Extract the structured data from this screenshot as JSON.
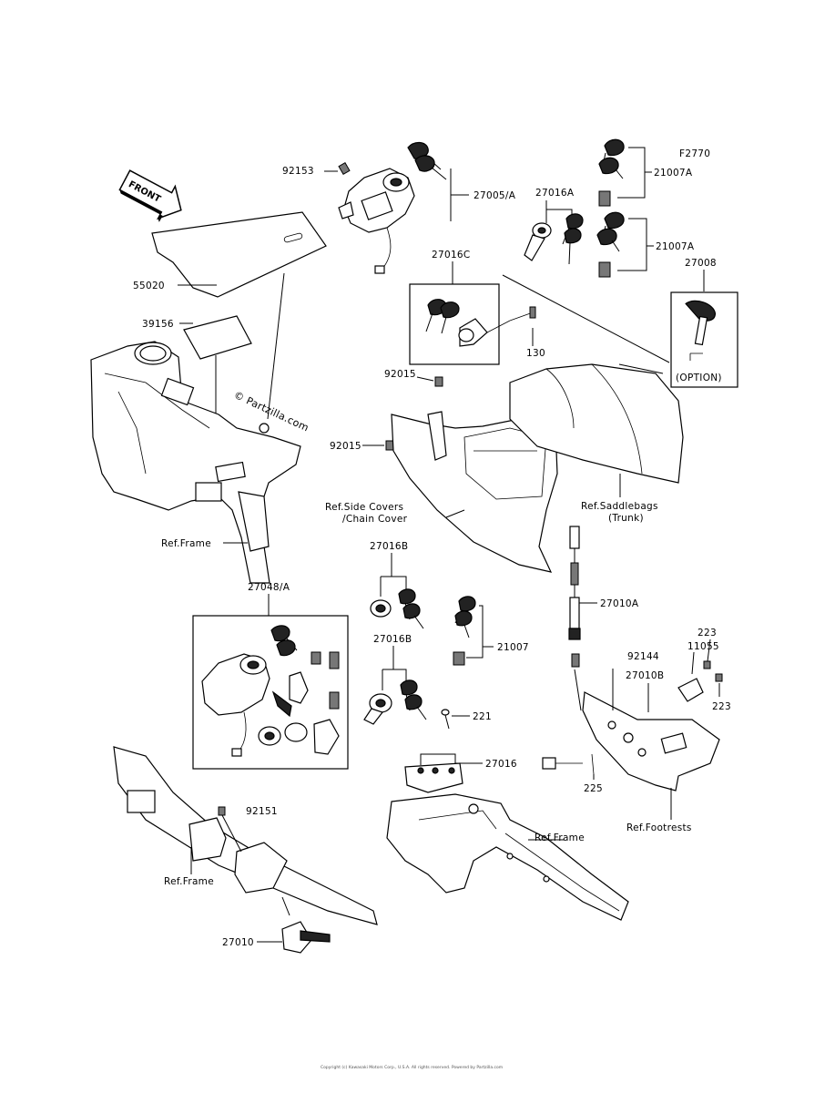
{
  "figure_code": "F2770",
  "front_label": "FRONT",
  "watermark": "© Partzilla.com",
  "footer_text": "Copyright (c) Kawasaki Motors Corp., U.S.A. All rights reserved. Powered by Partzilla.com",
  "parts": {
    "p92153": "92153",
    "p27005A": "27005/A",
    "p27016A": "27016A",
    "p21007A_1": "21007A",
    "p21007A_2": "21007A",
    "p27008": "27008",
    "option": "(OPTION)",
    "p55020": "55020",
    "p27016C": "27016C",
    "p130": "130",
    "p39156": "39156",
    "p92015_1": "92015",
    "p92015_2": "92015",
    "ref_side_covers": "Ref.Side Covers",
    "ref_chain_cover": "/Chain Cover",
    "ref_saddlebags": "Ref.Saddlebags",
    "ref_trunk": "(Trunk)",
    "ref_frame_1": "Ref.Frame",
    "p27016B_1": "27016B",
    "p27016B_2": "27016B",
    "p27048A": "27048/A",
    "p21007": "21007",
    "p221": "221",
    "p27010A": "27010A",
    "p223_1": "223",
    "p223_2": "223",
    "p11055": "11055",
    "p92144": "92144",
    "p27010B": "27010B",
    "p225": "225",
    "p27016": "27016",
    "ref_footrests": "Ref.Footrests",
    "p92151": "92151",
    "ref_frame_2": "Ref.Frame",
    "ref_frame_3": "Ref.Frame",
    "p27010": "27010"
  }
}
